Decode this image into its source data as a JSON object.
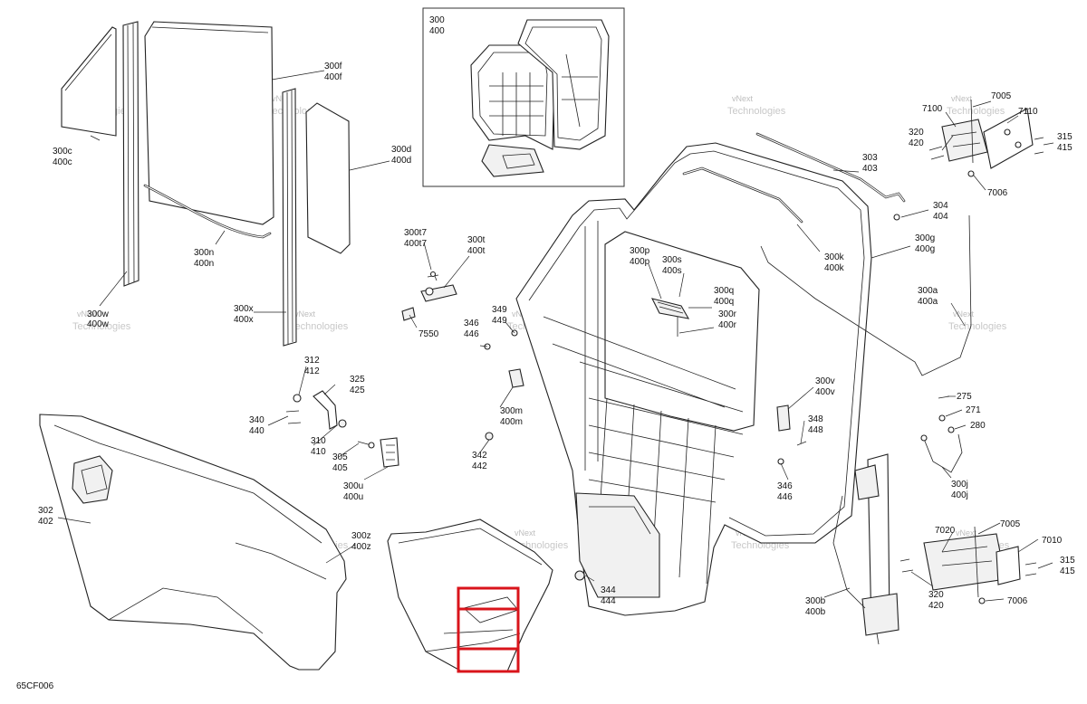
{
  "drawing_code": "65CF006",
  "watermark": {
    "line1": "vNext",
    "line2": "Technologies"
  },
  "highlight_color": "#d9141b",
  "callouts": {
    "c300_400": [
      "300",
      "400"
    ],
    "c300f": [
      "300f",
      "400f"
    ],
    "c300c": [
      "300c",
      "400c"
    ],
    "c300d": [
      "300d",
      "400d"
    ],
    "c300n": [
      "300n",
      "400n"
    ],
    "c300w": [
      "300w",
      "400w"
    ],
    "c300x": [
      "300x",
      "400x"
    ],
    "c300t7": [
      "300t7",
      "400t7"
    ],
    "c300t": [
      "300t",
      "400t"
    ],
    "c7550": [
      "7550"
    ],
    "c349": [
      "349",
      "449"
    ],
    "c346a": [
      "346",
      "446"
    ],
    "c300p": [
      "300p",
      "400p"
    ],
    "c300s": [
      "300s",
      "400s"
    ],
    "c300q": [
      "300q",
      "400q"
    ],
    "c300r": [
      "300r",
      "400r"
    ],
    "c303": [
      "303",
      "403"
    ],
    "c304": [
      "304",
      "404"
    ],
    "c300k": [
      "300k",
      "400k"
    ],
    "c300g": [
      "300g",
      "400g"
    ],
    "c300a": [
      "300a",
      "400a"
    ],
    "c7005a": [
      "7005"
    ],
    "c7100": [
      "7100"
    ],
    "c7110": [
      "7110"
    ],
    "c320a": [
      "320",
      "420"
    ],
    "c315a": [
      "315",
      "415"
    ],
    "c7006a": [
      "7006"
    ],
    "c312": [
      "312",
      "412"
    ],
    "c325": [
      "325",
      "425"
    ],
    "c340": [
      "340",
      "440"
    ],
    "c310": [
      "310",
      "410"
    ],
    "c305": [
      "305",
      "405"
    ],
    "c300u": [
      "300u",
      "400u"
    ],
    "c300m": [
      "300m",
      "400m"
    ],
    "c342": [
      "342",
      "442"
    ],
    "c300v": [
      "300v",
      "400v"
    ],
    "c348": [
      "348",
      "448"
    ],
    "c346b": [
      "346",
      "446"
    ],
    "c275": [
      "275"
    ],
    "c271": [
      "271"
    ],
    "c280": [
      "280"
    ],
    "c300j": [
      "300j",
      "400j"
    ],
    "c302": [
      "302",
      "402"
    ],
    "c300z": [
      "300z",
      "400z"
    ],
    "c344": [
      "344",
      "444"
    ],
    "c300b": [
      "300b",
      "400b"
    ],
    "c7020": [
      "7020"
    ],
    "c7005b": [
      "7005"
    ],
    "c7010": [
      "7010"
    ],
    "c315b": [
      "315",
      "415"
    ],
    "c320b": [
      "320",
      "420"
    ],
    "c7006b": [
      "7006"
    ]
  }
}
